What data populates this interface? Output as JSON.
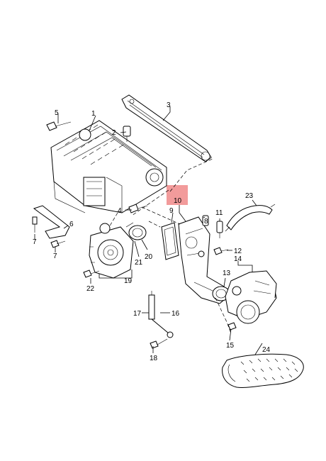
{
  "callouts": [
    {
      "id": "c1",
      "text": "1"
    },
    {
      "id": "c2",
      "text": "2"
    },
    {
      "id": "c3",
      "text": "3"
    },
    {
      "id": "c4",
      "text": "4"
    },
    {
      "id": "c5",
      "text": "5"
    },
    {
      "id": "c6",
      "text": "6"
    },
    {
      "id": "c7a",
      "text": "7"
    },
    {
      "id": "c7b",
      "text": "7"
    },
    {
      "id": "c8",
      "text": "8"
    },
    {
      "id": "c9",
      "text": "9"
    },
    {
      "id": "c10",
      "text": "10"
    },
    {
      "id": "c11",
      "text": "11"
    },
    {
      "id": "c12",
      "text": "12"
    },
    {
      "id": "c13",
      "text": "13"
    },
    {
      "id": "c14",
      "text": "14"
    },
    {
      "id": "c15",
      "text": "15"
    },
    {
      "id": "c16",
      "text": "16"
    },
    {
      "id": "c17",
      "text": "17"
    },
    {
      "id": "c18",
      "text": "18"
    },
    {
      "id": "c19",
      "text": "19"
    },
    {
      "id": "c20",
      "text": "20"
    },
    {
      "id": "c21",
      "text": "21"
    },
    {
      "id": "c22",
      "text": "22"
    },
    {
      "id": "c23",
      "text": "23"
    },
    {
      "id": "c24",
      "text": "24"
    }
  ],
  "highlight": {
    "callout": "10",
    "color": "#f08a8a"
  }
}
